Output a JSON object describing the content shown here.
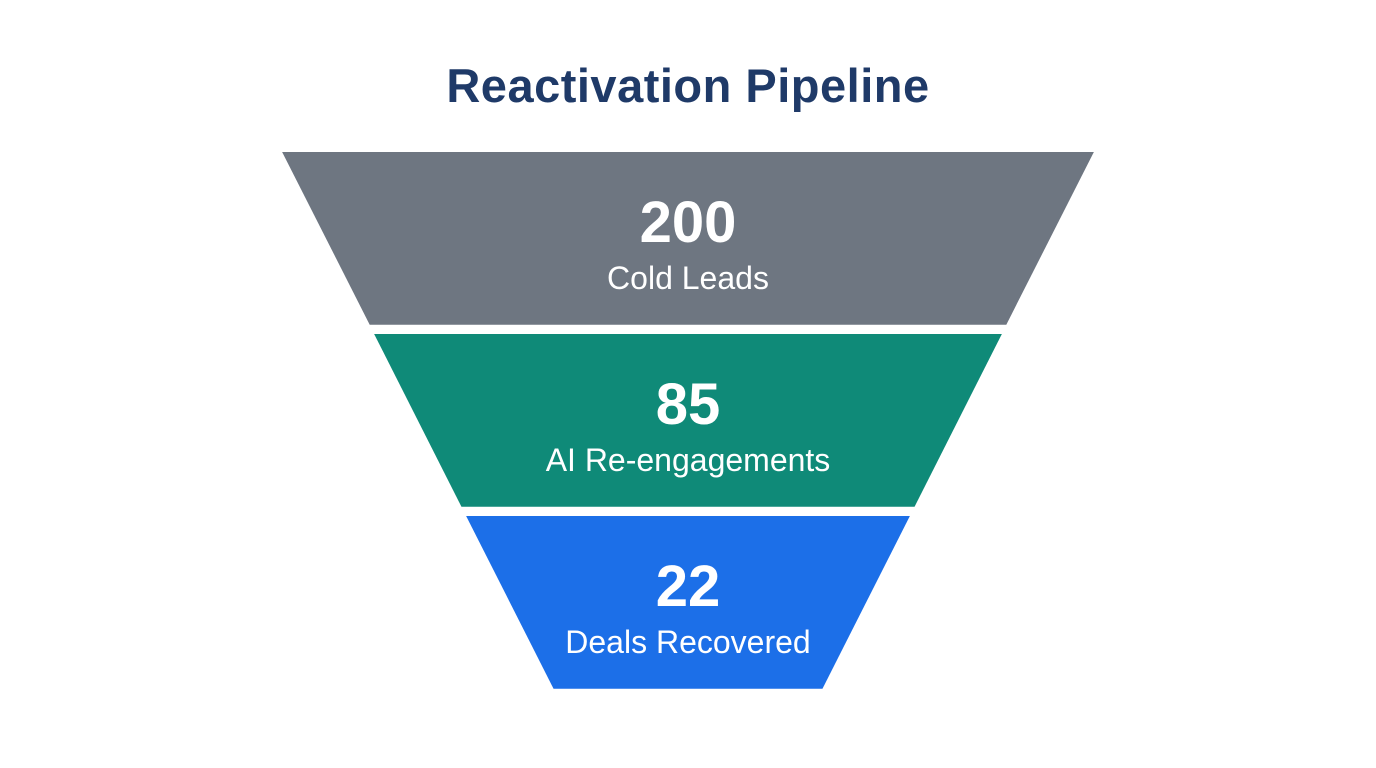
{
  "chart_data": {
    "type": "funnel",
    "title": "Reactivation Pipeline",
    "title_color": "#1f3a68",
    "background": "#ffffff",
    "text_color": "#ffffff",
    "stages": [
      {
        "value": "200",
        "label": "Cold Leads",
        "color": "#6e7681"
      },
      {
        "value": "85",
        "label": "AI Re-engagements",
        "color": "#0f8a78"
      },
      {
        "value": "22",
        "label": "Deals Recovered",
        "color": "#1c6fe8"
      }
    ]
  }
}
